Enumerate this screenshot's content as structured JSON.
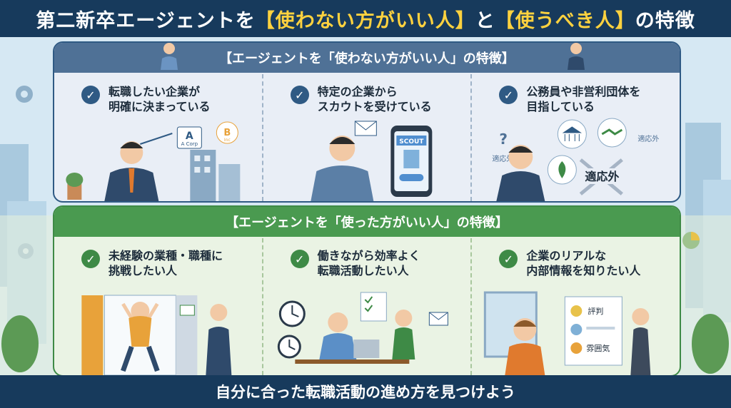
{
  "title": {
    "prefix": "第二新卒エージェントを",
    "h1": "【使わない方がいい人】",
    "mid": "と",
    "h2": "【使うべき人】",
    "suffix": "の特徴"
  },
  "top_panel": {
    "heading": "【エージェントを「使わない方がいい人」の特徴】",
    "items": [
      {
        "text": "転職したい企業が\n明確に決まっている"
      },
      {
        "text": "特定の企業から\nスカウトを受けている"
      },
      {
        "text": "公務員や非営利団体を\n目指している"
      }
    ],
    "labels": {
      "a_corp_letter": "A",
      "a_corp": "A Corp",
      "b_letter": "B",
      "b_inc": "Inc",
      "scout": "SCOUT",
      "not_suitable": "適応外",
      "not_suitable_v1": "適応外",
      "not_suitable_v2": "適応外"
    }
  },
  "bottom_panel": {
    "heading": "【エージェントを「使った方がいい人」の特徴】",
    "items": [
      {
        "text": "未経験の業種・職種に\n挑戦したい人"
      },
      {
        "text": "働きながら効率よく\n転職活動したい人"
      },
      {
        "text": "企業のリアルな\n内部情報を知りたい人"
      }
    ],
    "labels": {
      "review": "評判",
      "atmosphere": "雰囲気"
    }
  },
  "footer": "自分に合った転職活動の進め方を見つけよう",
  "colors": {
    "navy": "#173a5c",
    "accent_yellow": "#ffd23f",
    "top_blue": "#4f7196",
    "bottom_green": "#4a9a50"
  }
}
